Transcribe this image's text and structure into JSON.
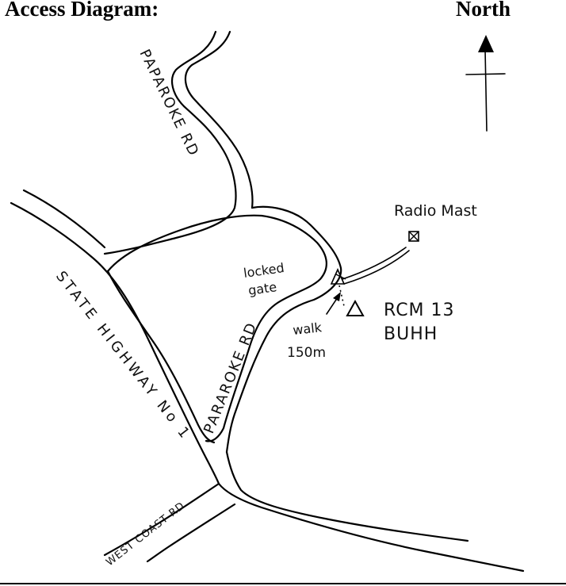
{
  "header": {
    "title": "Access Diagram:",
    "north": "North"
  },
  "roads": {
    "paparore_rd_north": "PAPAROKE RD",
    "paparore_rd_loop": "PARAROKE RD",
    "state_highway": "STATE HIGHWAY No 1",
    "west_coast_rd": "WEST COAST RD"
  },
  "features": {
    "radio_mast": "Radio Mast",
    "locked_gate_line1": "locked",
    "locked_gate_line2": "gate",
    "walk_line1": "walk",
    "walk_line2": "150m",
    "station_line1": "RCM 13",
    "station_line2": "BUHH"
  },
  "icons": {
    "north_arrow": "north-arrow-icon",
    "mast_symbol": "boxed-x-icon",
    "trig_symbol": "triangle-icon",
    "gate_symbol": "gate-icon"
  }
}
